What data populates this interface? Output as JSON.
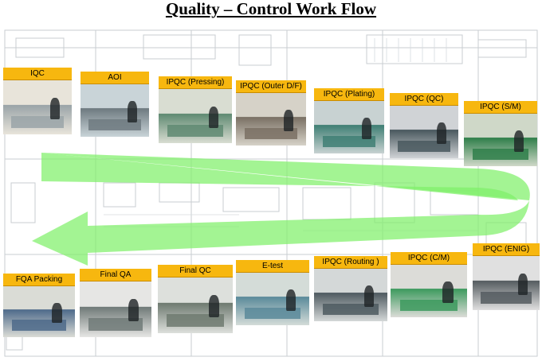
{
  "title": "Quality – Control Work Flow",
  "colors": {
    "label_bg": "#f7b70f",
    "arrow_fill": "#7ff06a",
    "plan_lines": "#c8cdd2"
  },
  "flow_direction": "top row left-to-right, then curved arrow returns to bottom row right-to-left",
  "steps_top": [
    {
      "label": "IQC"
    },
    {
      "label": "AOI"
    },
    {
      "label": "IPQC (Pressing)"
    },
    {
      "label": "IPQC (Outer D/F)"
    },
    {
      "label": "IPQC (Plating)"
    },
    {
      "label": "IPQC (QC)"
    },
    {
      "label": "IPQC (S/M)"
    }
  ],
  "steps_bottom": [
    {
      "label": "IPQC (ENIG)"
    },
    {
      "label": "IPQC (C/M)"
    },
    {
      "label": "IPQC (Routing )"
    },
    {
      "label": "E-test"
    },
    {
      "label": "Final QC"
    },
    {
      "label": "Final QA"
    },
    {
      "label": "FQA Packing"
    }
  ]
}
